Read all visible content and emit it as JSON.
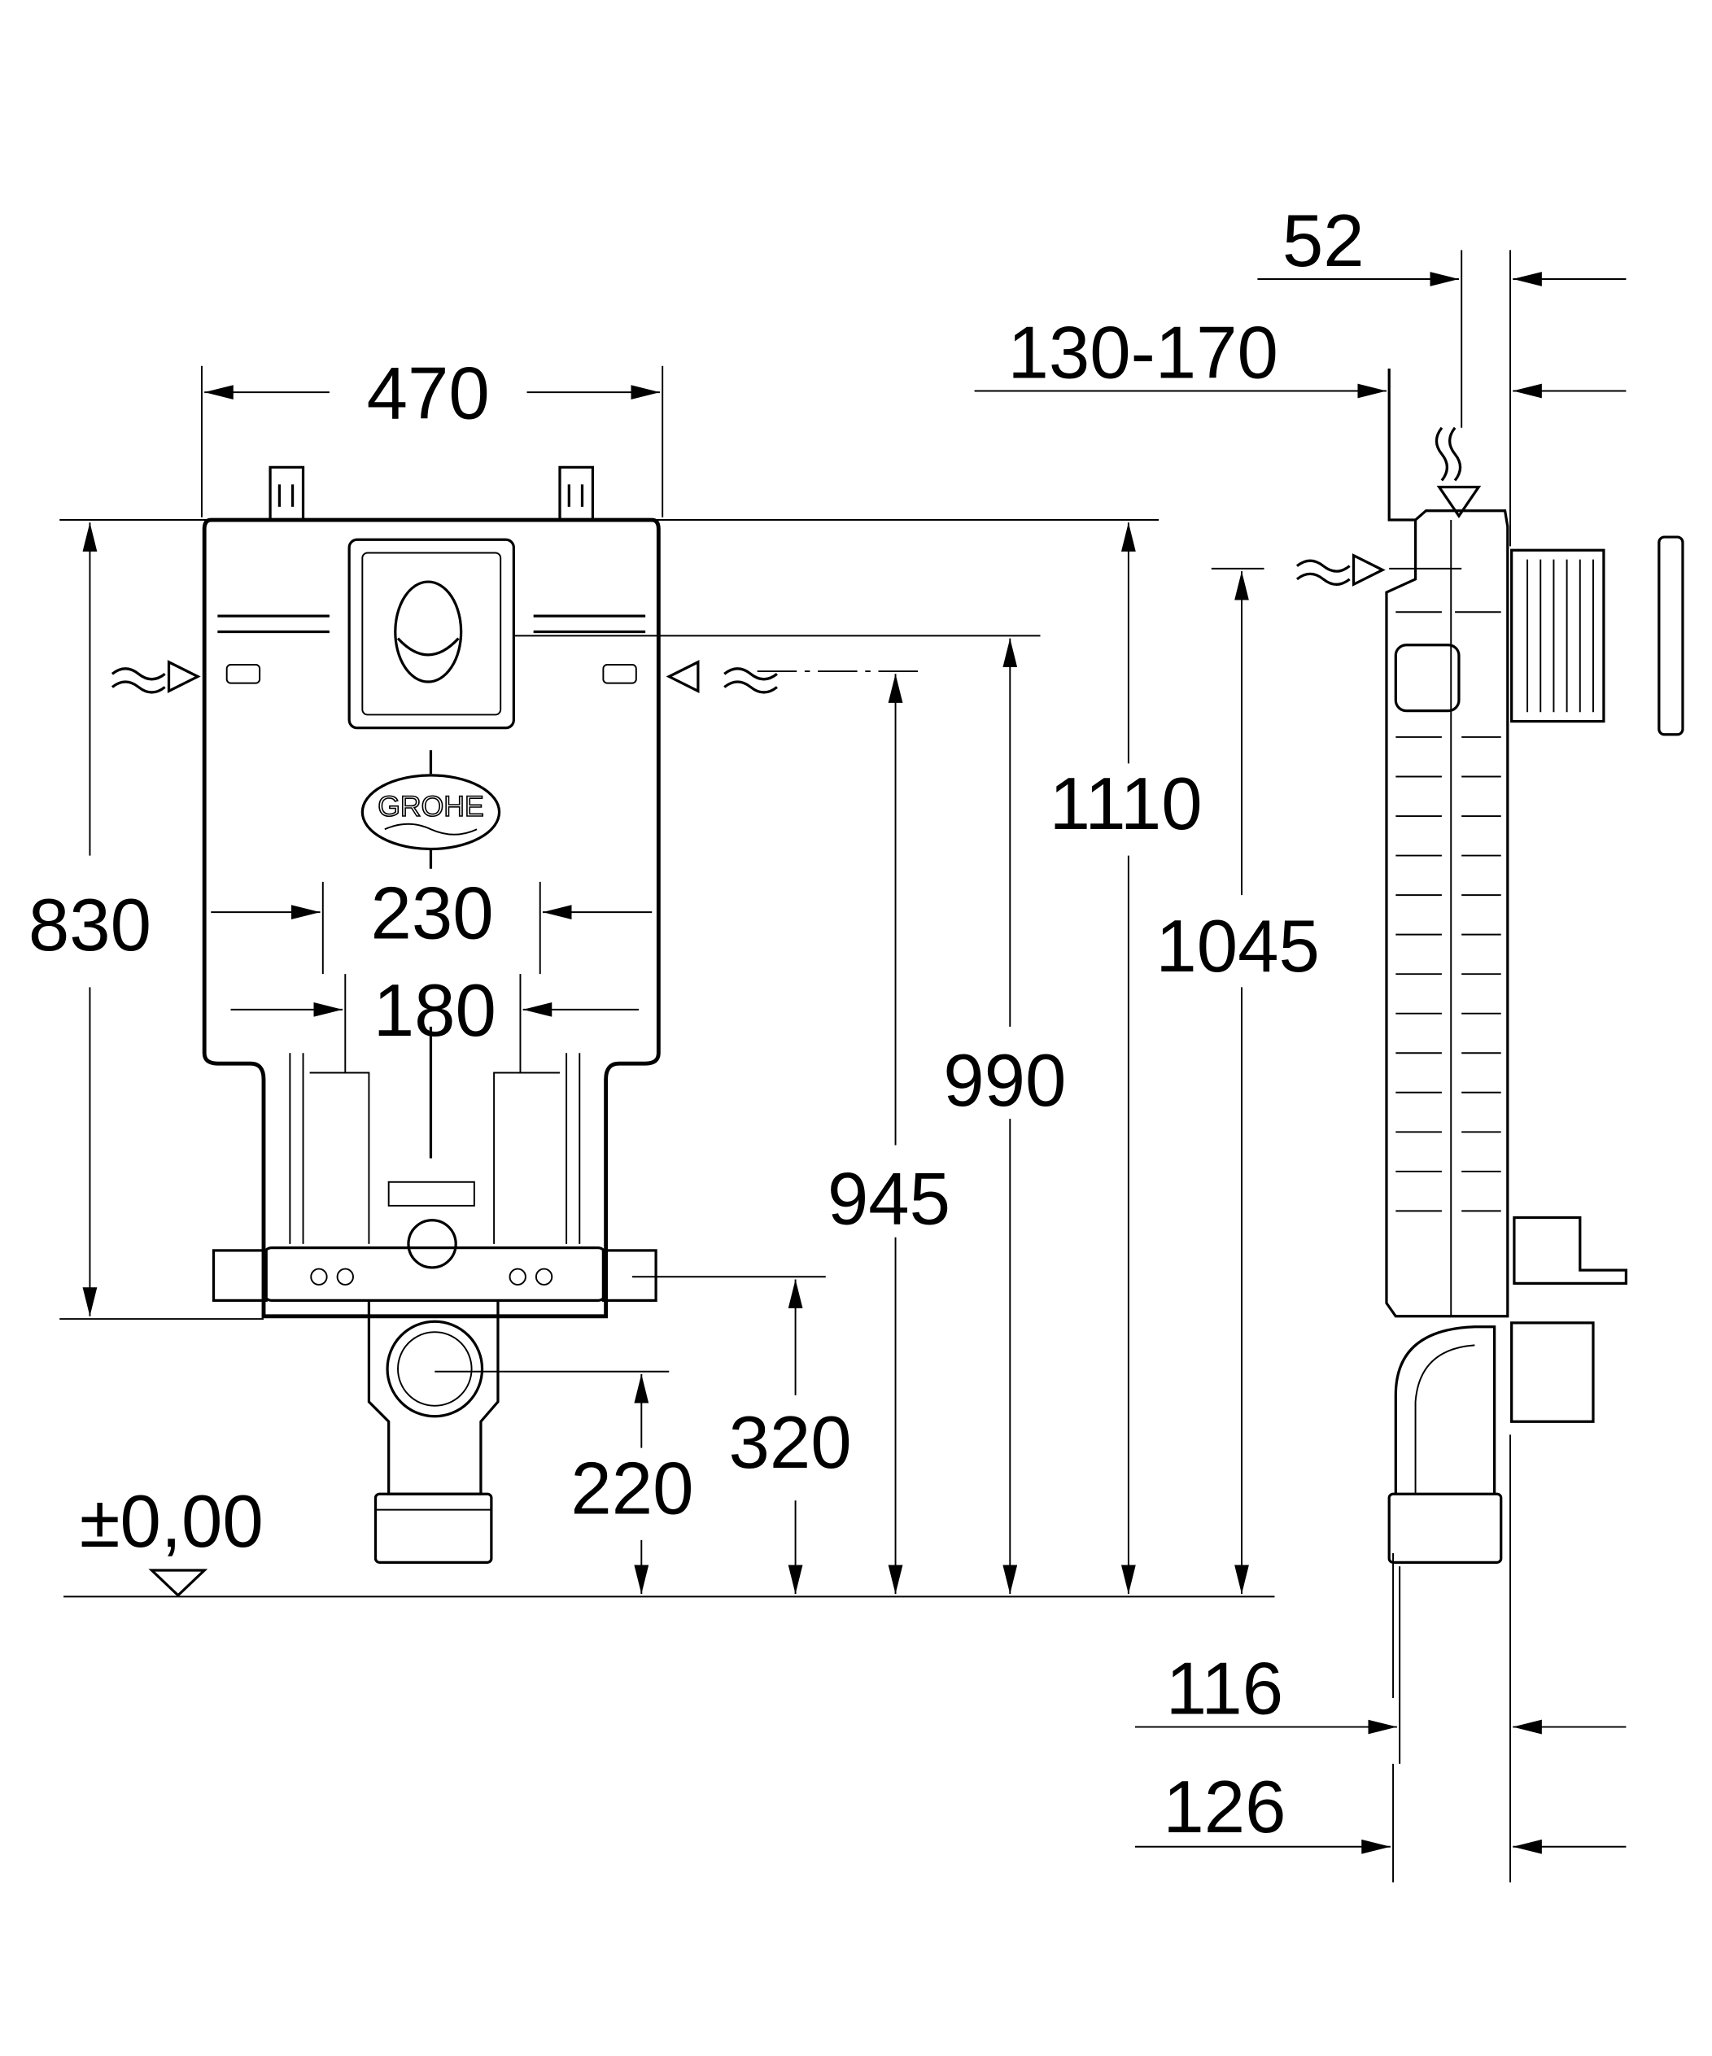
{
  "drawing": {
    "logo_text": "GROHE",
    "front_view": {
      "width": "470",
      "height_frame": "830",
      "spacing_outer": "230",
      "spacing_inner": "180",
      "height_total": "1110",
      "height_flush": "990",
      "height_water_inlet": "945",
      "height_fixing": "320",
      "height_drain": "220",
      "floor_level": "±0,00"
    },
    "side_view": {
      "depth_top": "52",
      "wall_distance": "130-170",
      "height_side_inlet": "1045",
      "depth_116": "116",
      "depth_126": "126"
    },
    "colors": {
      "line": "#000000",
      "background": "#ffffff"
    }
  }
}
